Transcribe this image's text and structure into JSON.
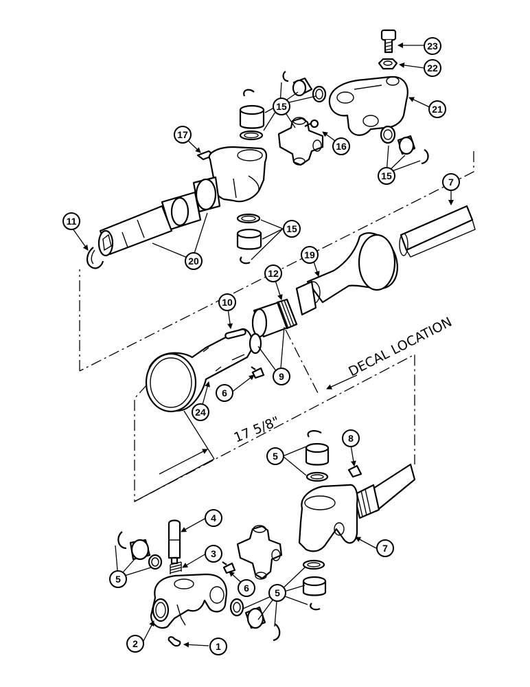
{
  "labels": {
    "p1": "1",
    "p2": "2",
    "p3": "3",
    "p4": "4",
    "p5a": "5",
    "p5b": "5",
    "p5c": "5",
    "p6a": "6",
    "p6b": "6",
    "p7a": "7",
    "p7b": "7",
    "p8": "8",
    "p9": "9",
    "p10": "10",
    "p11": "11",
    "p12": "12",
    "p15a": "15",
    "p15b": "15",
    "p15c": "15",
    "p16": "16",
    "p17": "17",
    "p19": "19",
    "p20": "20",
    "p21": "21",
    "p22": "22",
    "p23": "23",
    "p24": "24"
  },
  "annotations": {
    "decal_location": "DECAL LOCATION",
    "dimension": "17 5/8\""
  }
}
